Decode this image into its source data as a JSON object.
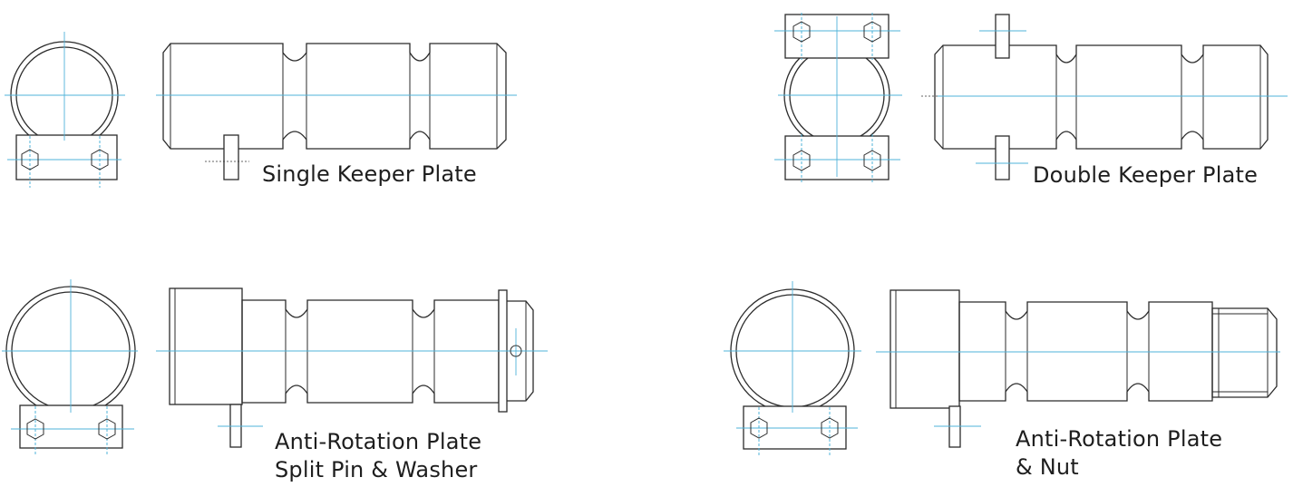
{
  "colors": {
    "outline": "#2b2b2b",
    "centerline": "#4fb3d9",
    "background": "#ffffff"
  },
  "panels": [
    {
      "id": "single-keeper",
      "caption_lines": [
        "Single Keeper Plate"
      ]
    },
    {
      "id": "double-keeper",
      "caption_lines": [
        "Double Keeper Plate"
      ]
    },
    {
      "id": "anti-rotation-split-pin",
      "caption_lines": [
        "Anti-Rotation Plate",
        "Split Pin & Washer"
      ]
    },
    {
      "id": "anti-rotation-nut",
      "caption_lines": [
        "Anti-Rotation Plate",
        "& Nut"
      ]
    }
  ]
}
